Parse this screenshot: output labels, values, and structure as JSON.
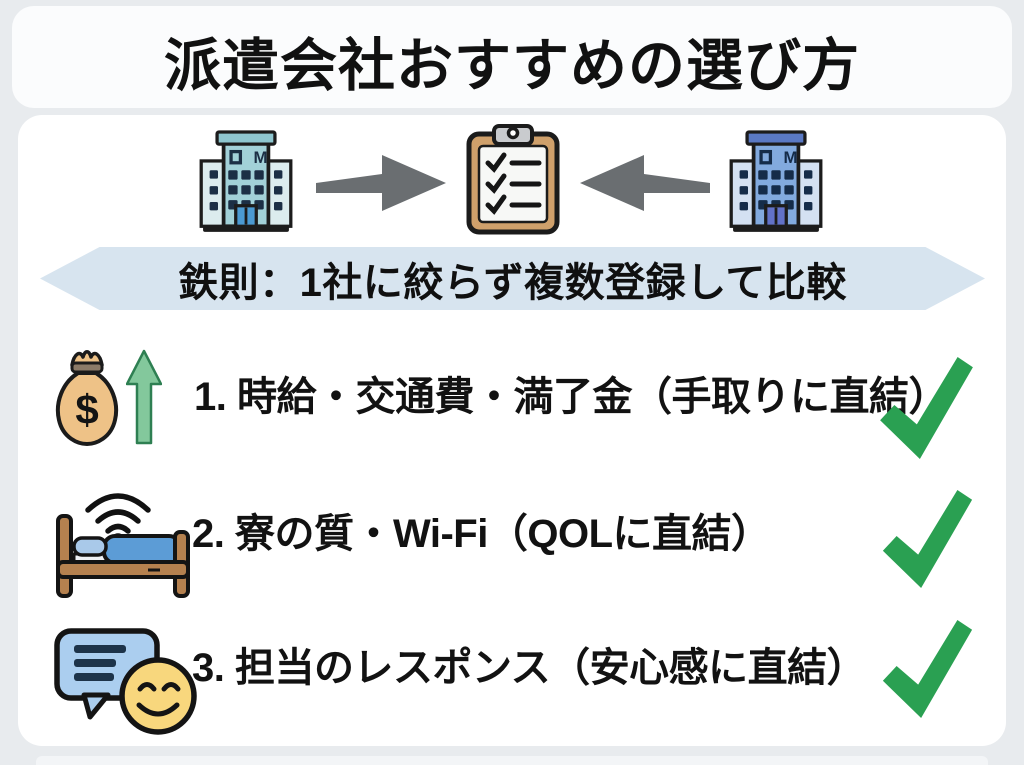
{
  "title": "派遣会社おすすめの選び方",
  "banner": {
    "text": "鉄則：1社に絞らず複数登録して比較"
  },
  "flow": {
    "left_icon": "company-building-teal",
    "center_icon": "checklist-clipboard",
    "right_icon": "company-building-blue",
    "building_sign": "M",
    "money_symbol": "$"
  },
  "checklist": [
    {
      "icon": "money-bag-rising",
      "text": "1. 時給・交通費・満了金（手取りに直結）"
    },
    {
      "icon": "dorm-bed-wifi",
      "text": "2. 寮の質・Wi-Fi（QOLに直結）"
    },
    {
      "icon": "chat-response",
      "text": "3. 担当のレスポンス（安心感に直結）"
    }
  ],
  "colors": {
    "page_bg": "#e8ebee",
    "card_bg": "#ffffff",
    "banner_bg": "#d7e4ef",
    "check_green": "#2aa052",
    "arrow_gray": "#6a6e71",
    "text": "#121212"
  }
}
